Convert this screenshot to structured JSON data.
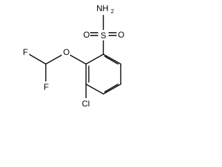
{
  "molecule": {
    "atoms": {
      "nh2_main": "NH",
      "nh2_sub": "2",
      "sulfur": "S",
      "oxygen_left": "O",
      "oxygen_right": "O",
      "oxygen_ether": "O",
      "fluorine_top": "F",
      "fluorine_bottom": "F",
      "chlorine": "Cl"
    }
  }
}
